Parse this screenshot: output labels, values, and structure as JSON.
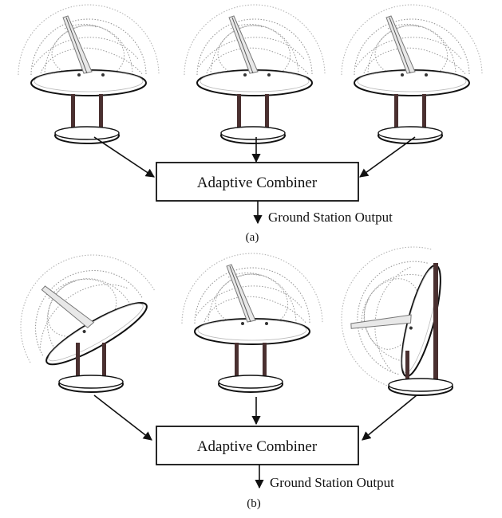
{
  "panels": [
    {
      "label": "(a)",
      "combiner_label": "Adaptive Combiner",
      "output_label": "Ground Station Output",
      "antennas": [
        "antenna-left",
        "antenna-center",
        "antenna-right"
      ]
    },
    {
      "label": "(b)",
      "combiner_label": "Adaptive Combiner",
      "output_label": "Ground Station Output",
      "antennas": [
        "antenna-left-tilted",
        "antenna-center",
        "antenna-right-tilted"
      ]
    }
  ],
  "colors": {
    "line": "#111111",
    "post": "#4a3030",
    "dish_fill": "#ffffff",
    "trace": "#8a8a8a"
  }
}
